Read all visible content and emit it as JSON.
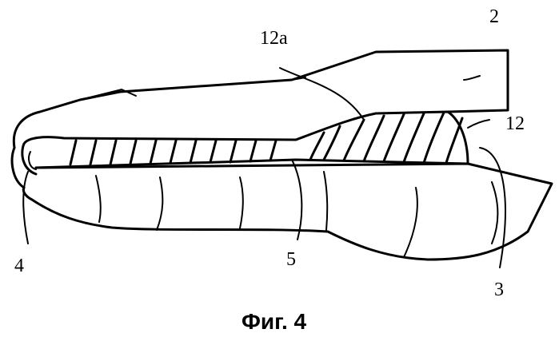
{
  "labels": {
    "l2": "2",
    "l12a": "12a",
    "l12": "12",
    "l3": "3",
    "l4": "4",
    "l5": "5"
  },
  "caption": "Фиг. 4"
}
